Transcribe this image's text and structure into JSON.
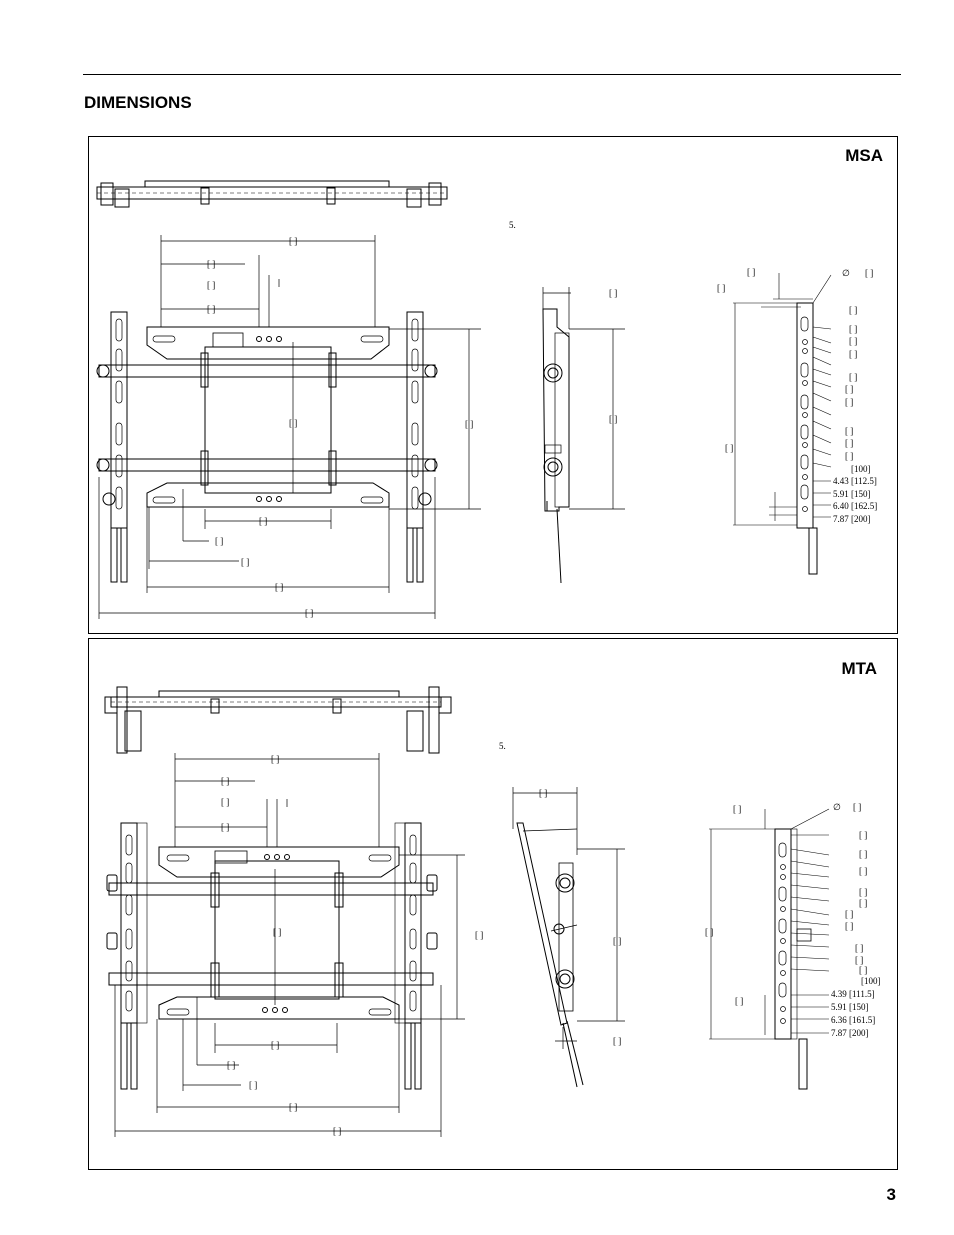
{
  "page": {
    "heading": "DIMENSIONS",
    "page_number": "3"
  },
  "panels": {
    "msa": {
      "model": "MSA",
      "note": "5.",
      "hole_labels": [
        "[100]",
        "4.43 [112.5]",
        "5.91 [150]",
        "6.40 [162.5]",
        "7.87 [200]"
      ]
    },
    "mta": {
      "model": "MTA",
      "note": "5.",
      "hole_labels": [
        "[100]",
        "4.39 [111.5]",
        "5.91 [150]",
        "6.36 [161.5]",
        "7.87 [200]"
      ]
    }
  },
  "colors": {
    "ink": "#000000",
    "paper": "#ffffff"
  }
}
